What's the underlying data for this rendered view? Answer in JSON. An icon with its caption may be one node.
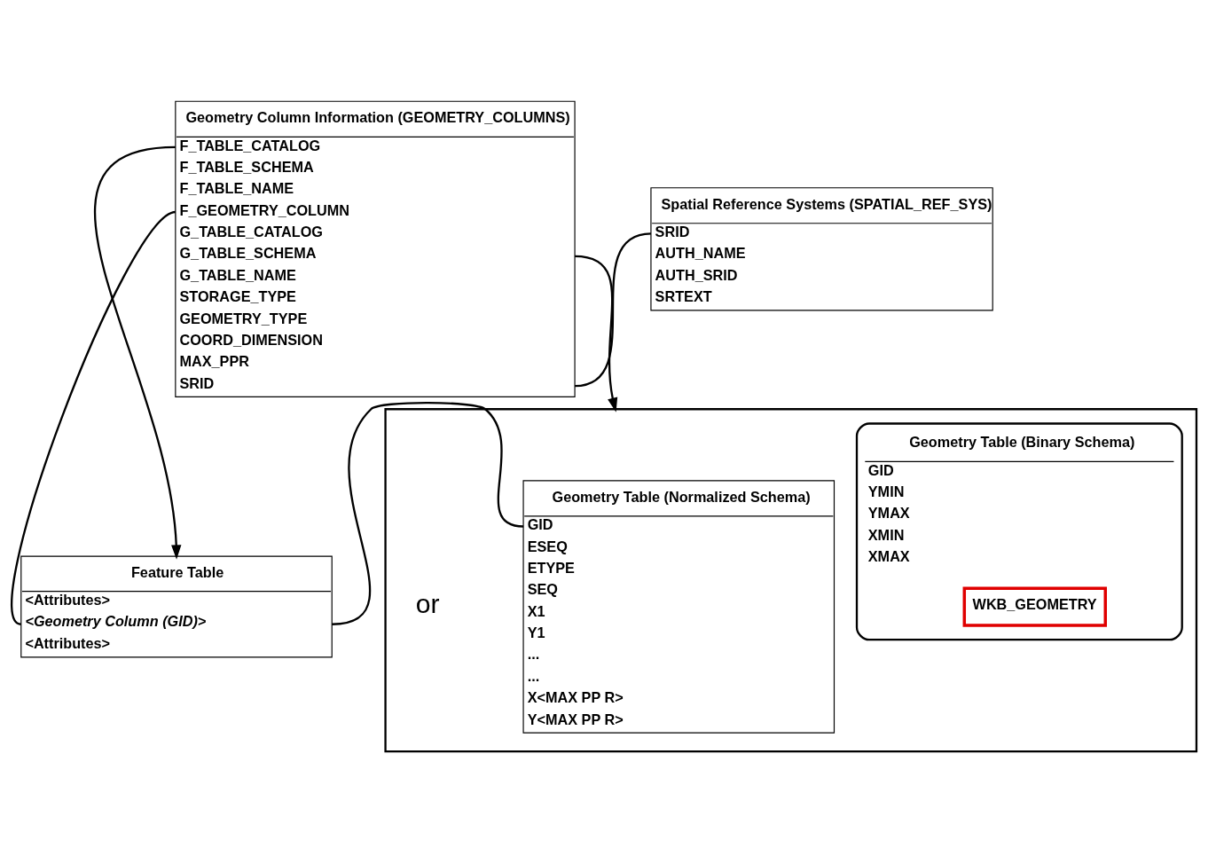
{
  "diagram": {
    "nodes": [
      {
        "text": [
          "Geometry Column Information (GEOMETRY_COLUMNS)",
          "F_TABLE_CATALOG",
          "F_TABLE_SCHEMA",
          "F_TABLE_NAME",
          "F_GEOMETRY_COLUMN",
          "G_TABLE_CATALOG",
          "G_TABLE_SCHEMA",
          "G_TABLE_NAME",
          "STORAGE_TYPE",
          "GEOMETRY_TYPE",
          "COORD_DIMENSION",
          "MAX_PPR",
          "SRID"
        ]
      },
      {
        "text": [
          "Spatial Reference Systems (SPATIAL_REF_SYS)",
          "SRID",
          "AUTH_NAME",
          "AUTH_SRID",
          "SRTEXT"
        ]
      },
      {
        "text": [],
        "shape": "box"
      },
      {
        "text": [
          "Geometry Table (Normalized Schema)",
          "GID",
          "ESEQ",
          "ETYPE",
          "SEQ",
          "X1",
          "Y1",
          "...",
          "...",
          "X<MAX PP R>",
          "Y<MAX PP R>"
        ],
        "in": 2
      },
      {
        "text": [
          "Geometry Table (Binary Schema)",
          "GID",
          "YMIN",
          "YMAX",
          "XMIN",
          "XMAX"
        ],
        "in": 2
      },
      {
        "text": [
          "Feature Table",
          "<Attributes>",
          "<Geometry Column (GID)>",
          "<Attributes>"
        ]
      },
      {
        "text": [
          "WKB_GEOMETRY"
        ],
        "in": 4
      }
    ],
    "edges": [
      {
        "from": 0,
        "to": 5,
        "arrow": "to"
      },
      {
        "from": 0,
        "to": 5,
        "arrow": "none"
      },
      {
        "from": 0,
        "to": 2,
        "arrow": "to"
      },
      {
        "from": 0,
        "to": 1,
        "arrow": "none"
      },
      {
        "from": 5,
        "to": 3,
        "arrow": "none"
      }
    ],
    "labels": [
      "or"
    ]
  }
}
